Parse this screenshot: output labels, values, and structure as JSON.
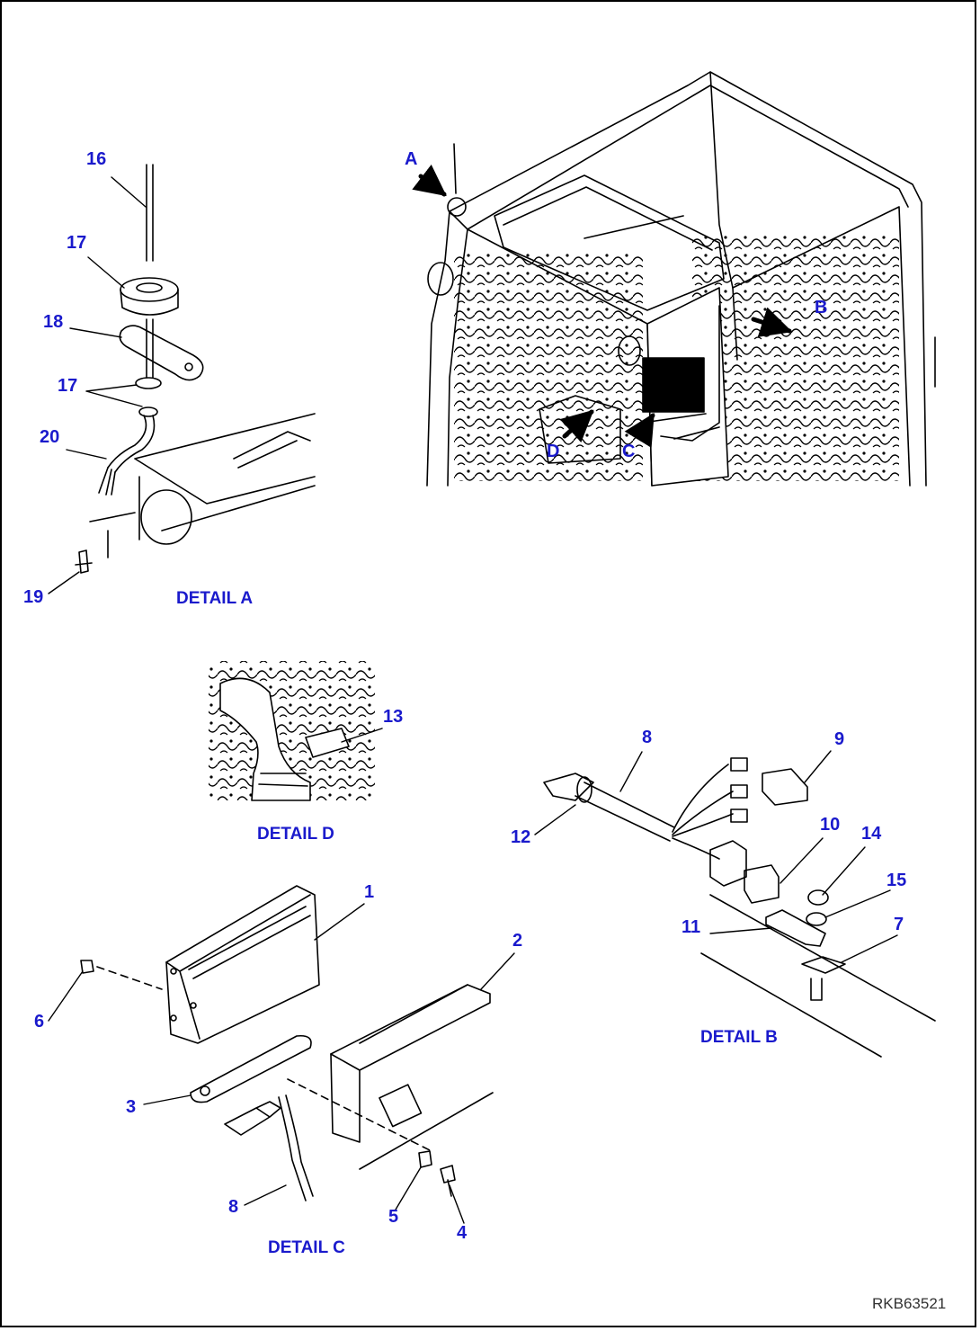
{
  "drawing_code": "RKB63521",
  "colors": {
    "label": "#1a1acc",
    "line": "#000000",
    "code": "#333333"
  },
  "parts": {
    "p1": "1",
    "p2": "2",
    "p3": "3",
    "p4": "4",
    "p5": "5",
    "p6": "6",
    "p7": "7",
    "p8": "8",
    "p9": "9",
    "p10": "10",
    "p11": "11",
    "p12": "12",
    "p13": "13",
    "p14": "14",
    "p15": "15",
    "p16": "16",
    "p17": "17",
    "p18": "18",
    "p19": "19",
    "p20": "20"
  },
  "views": {
    "a": "A",
    "b": "B",
    "c": "C",
    "d": "D"
  },
  "details": {
    "a": "DETAIL A",
    "b": "DETAIL B",
    "c": "DETAIL C",
    "d": "DETAIL D"
  }
}
